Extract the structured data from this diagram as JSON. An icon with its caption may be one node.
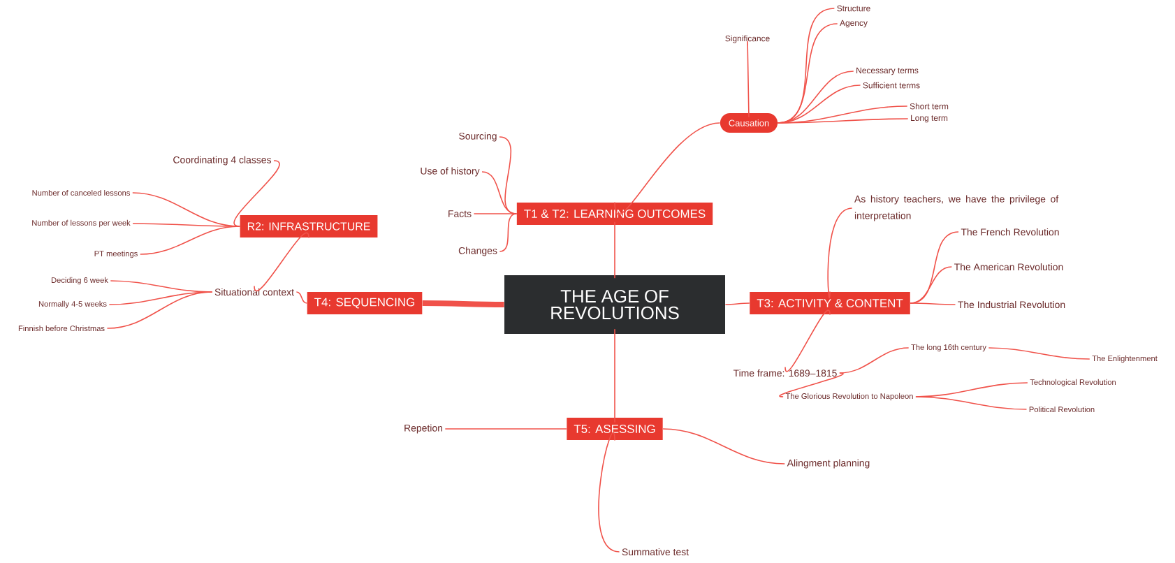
{
  "diagram": {
    "nodes": [
      {
        "text": [
          "THE AGE OF REVOLUTIONS"
        ]
      },
      {
        "text": [
          "T1 & T2: LEARNING OUTCOMES"
        ]
      },
      {
        "text": [
          "Causation"
        ]
      },
      {
        "text": [
          "Significance"
        ]
      },
      {
        "text": [
          "Structure"
        ]
      },
      {
        "text": [
          "Agency"
        ]
      },
      {
        "text": [
          "Necessary terms"
        ]
      },
      {
        "text": [
          "Sufficient terms"
        ]
      },
      {
        "text": [
          "Short term"
        ]
      },
      {
        "text": [
          "Long term"
        ]
      },
      {
        "text": [
          "Sourcing"
        ]
      },
      {
        "text": [
          "Use of history"
        ]
      },
      {
        "text": [
          "Facts"
        ]
      },
      {
        "text": [
          "Changes"
        ]
      },
      {
        "text": [
          "T3: ACTIVITY & CONTENT"
        ]
      },
      {
        "text": [
          "As history teachers, we have the privilege of interpretation"
        ]
      },
      {
        "text": [
          "The French Revolution"
        ]
      },
      {
        "text": [
          "The American Revolution"
        ]
      },
      {
        "text": [
          "The Industrial Revolution"
        ]
      },
      {
        "text": [
          "Time frame: 1689–1815"
        ]
      },
      {
        "text": [
          "The long 16th century"
        ]
      },
      {
        "text": [
          "The Enlightenment"
        ]
      },
      {
        "text": [
          "The Glorious Revolution to Napoleon"
        ]
      },
      {
        "text": [
          "Technological Revolution"
        ]
      },
      {
        "text": [
          "Political Revolution"
        ]
      },
      {
        "text": [
          "T4: SEQUENCING"
        ]
      },
      {
        "text": [
          "Situational context"
        ]
      },
      {
        "text": [
          "Deciding 6 week"
        ]
      },
      {
        "text": [
          "Normally 4-5 weeks"
        ]
      },
      {
        "text": [
          "Finnish before Christmas"
        ]
      },
      {
        "text": [
          "R2: INFRASTRUCTURE"
        ]
      },
      {
        "text": [
          "Coordinating 4 classes"
        ]
      },
      {
        "text": [
          "Number of canceled lessons"
        ]
      },
      {
        "text": [
          "Number of lessons per week"
        ]
      },
      {
        "text": [
          "PT meetings"
        ]
      },
      {
        "text": [
          "T5: ASESSING"
        ]
      },
      {
        "text": [
          "Repetion"
        ]
      },
      {
        "text": [
          "Alingment planning"
        ]
      },
      {
        "text": [
          "Summative test"
        ]
      }
    ],
    "edges": [
      {
        "from": 0,
        "to": 1,
        "arrow": "none"
      },
      {
        "from": 0,
        "to": 14,
        "arrow": "none"
      },
      {
        "from": 0,
        "to": 25,
        "arrow": "none",
        "style": "thick"
      },
      {
        "from": 0,
        "to": 35,
        "arrow": "none"
      },
      {
        "from": 1,
        "to": 2,
        "arrow": "none"
      },
      {
        "from": 2,
        "to": 3,
        "arrow": "none"
      },
      {
        "from": 2,
        "to": 4,
        "arrow": "none"
      },
      {
        "from": 2,
        "to": 5,
        "arrow": "none"
      },
      {
        "from": 2,
        "to": 6,
        "arrow": "none"
      },
      {
        "from": 2,
        "to": 7,
        "arrow": "none"
      },
      {
        "from": 2,
        "to": 8,
        "arrow": "none"
      },
      {
        "from": 2,
        "to": 9,
        "arrow": "none"
      },
      {
        "from": 1,
        "to": 10,
        "arrow": "none"
      },
      {
        "from": 1,
        "to": 11,
        "arrow": "none"
      },
      {
        "from": 1,
        "to": 12,
        "arrow": "none"
      },
      {
        "from": 1,
        "to": 13,
        "arrow": "none"
      },
      {
        "from": 14,
        "to": 15,
        "arrow": "none"
      },
      {
        "from": 14,
        "to": 16,
        "arrow": "none"
      },
      {
        "from": 14,
        "to": 17,
        "arrow": "none"
      },
      {
        "from": 14,
        "to": 18,
        "arrow": "none"
      },
      {
        "from": 14,
        "to": 19,
        "arrow": "none"
      },
      {
        "from": 19,
        "to": 20,
        "arrow": "none"
      },
      {
        "from": 20,
        "to": 21,
        "arrow": "none"
      },
      {
        "from": 19,
        "to": 22,
        "arrow": "none"
      },
      {
        "from": 22,
        "to": 23,
        "arrow": "none"
      },
      {
        "from": 22,
        "to": 24,
        "arrow": "none"
      },
      {
        "from": 25,
        "to": 26,
        "arrow": "none"
      },
      {
        "from": 26,
        "to": 27,
        "arrow": "none"
      },
      {
        "from": 26,
        "to": 28,
        "arrow": "none"
      },
      {
        "from": 26,
        "to": 29,
        "arrow": "none"
      },
      {
        "from": 30,
        "to": 26,
        "arrow": "none"
      },
      {
        "from": 30,
        "to": 31,
        "arrow": "none"
      },
      {
        "from": 30,
        "to": 32,
        "arrow": "none"
      },
      {
        "from": 30,
        "to": 33,
        "arrow": "none"
      },
      {
        "from": 30,
        "to": 34,
        "arrow": "none"
      },
      {
        "from": 35,
        "to": 36,
        "arrow": "none"
      },
      {
        "from": 35,
        "to": 37,
        "arrow": "none"
      },
      {
        "from": 35,
        "to": 38,
        "arrow": "none"
      }
    ]
  }
}
